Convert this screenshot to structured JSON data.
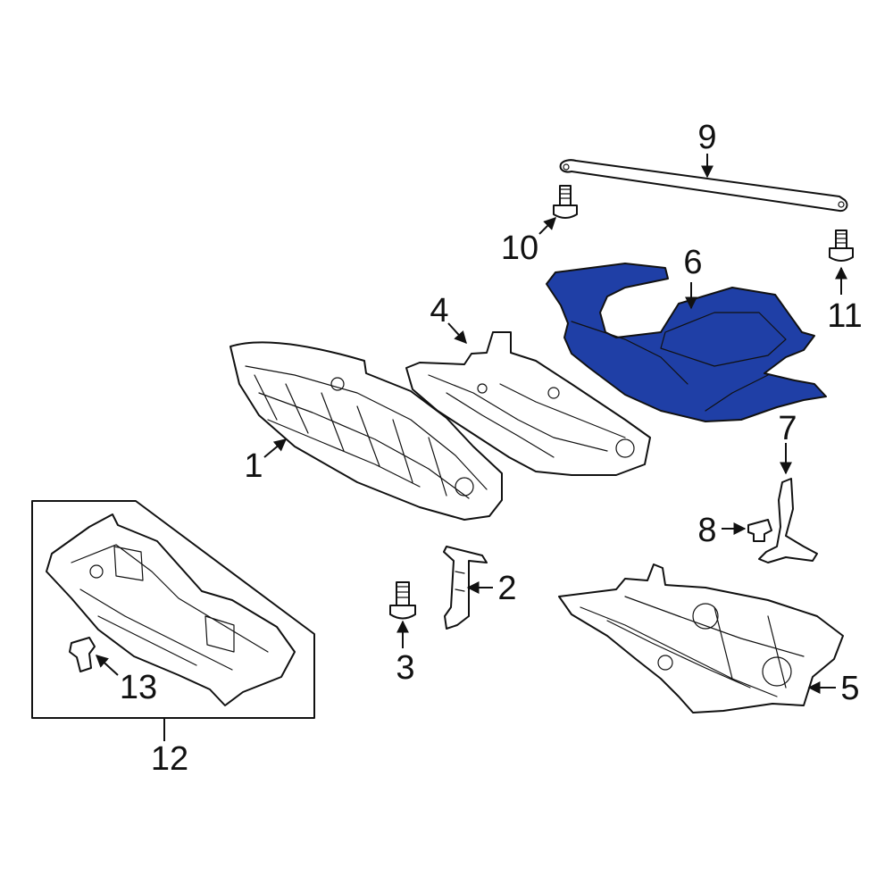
{
  "diagram": {
    "highlight_color": "#1f3fa6",
    "line_color": "#111111",
    "background_color": "#ffffff",
    "callouts": {
      "c1": "1",
      "c2": "2",
      "c3": "3",
      "c4": "4",
      "c5": "5",
      "c6": "6",
      "c7": "7",
      "c8": "8",
      "c9": "9",
      "c10": "10",
      "c11": "11",
      "c12": "12",
      "c13": "13"
    }
  }
}
